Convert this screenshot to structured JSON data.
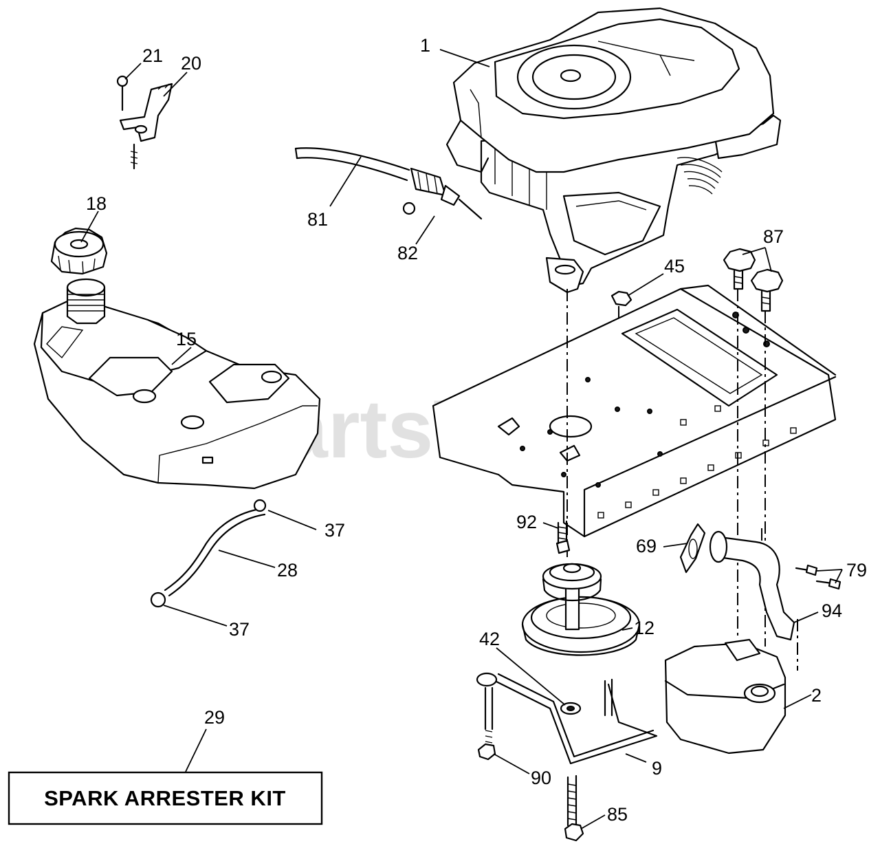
{
  "watermark": {
    "text": "PartsTree",
    "trademark": "TM"
  },
  "kit_label": "SPARK ARRESTER KIT",
  "callouts": {
    "c1": "1",
    "c2": "2",
    "c9": "9",
    "c12": "12",
    "c15": "15",
    "c18": "18",
    "c20": "20",
    "c21": "21",
    "c28": "28",
    "c29": "29",
    "c37a": "37",
    "c37b": "37",
    "c42": "42",
    "c45": "45",
    "c69": "69",
    "c79": "79",
    "c81": "81",
    "c82": "82",
    "c85": "85",
    "c87": "87",
    "c90": "90",
    "c92": "92",
    "c94": "94"
  }
}
